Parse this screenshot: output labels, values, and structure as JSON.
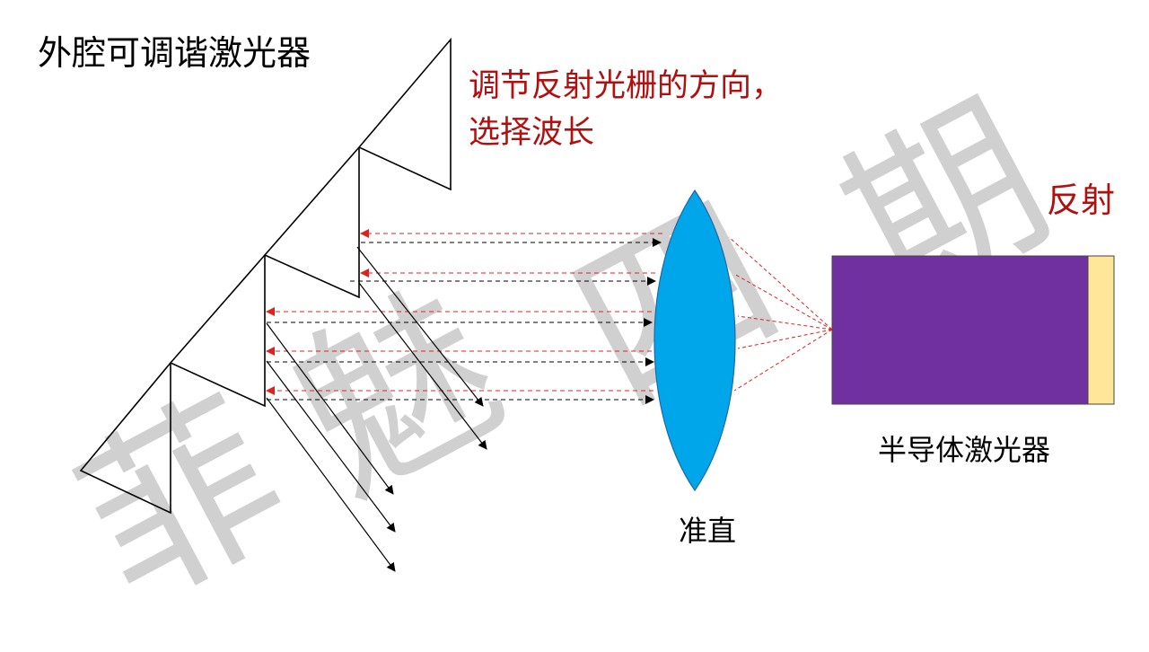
{
  "title": "外腔可调谐激光器",
  "annotation": {
    "line1": "调节反射光栅的方向，",
    "line2": "选择波长"
  },
  "reflect_label": "反射",
  "lens_label": "准直",
  "laser_label": "半导体激光器",
  "watermark": [
    "菲",
    "魅",
    "四",
    "期"
  ],
  "colors": {
    "lens_fill": "#00a6ea",
    "laser_body": "#7030a0",
    "laser_facet": "#ffe699",
    "red_beam": "#e02020",
    "text_red": "#b01010"
  }
}
